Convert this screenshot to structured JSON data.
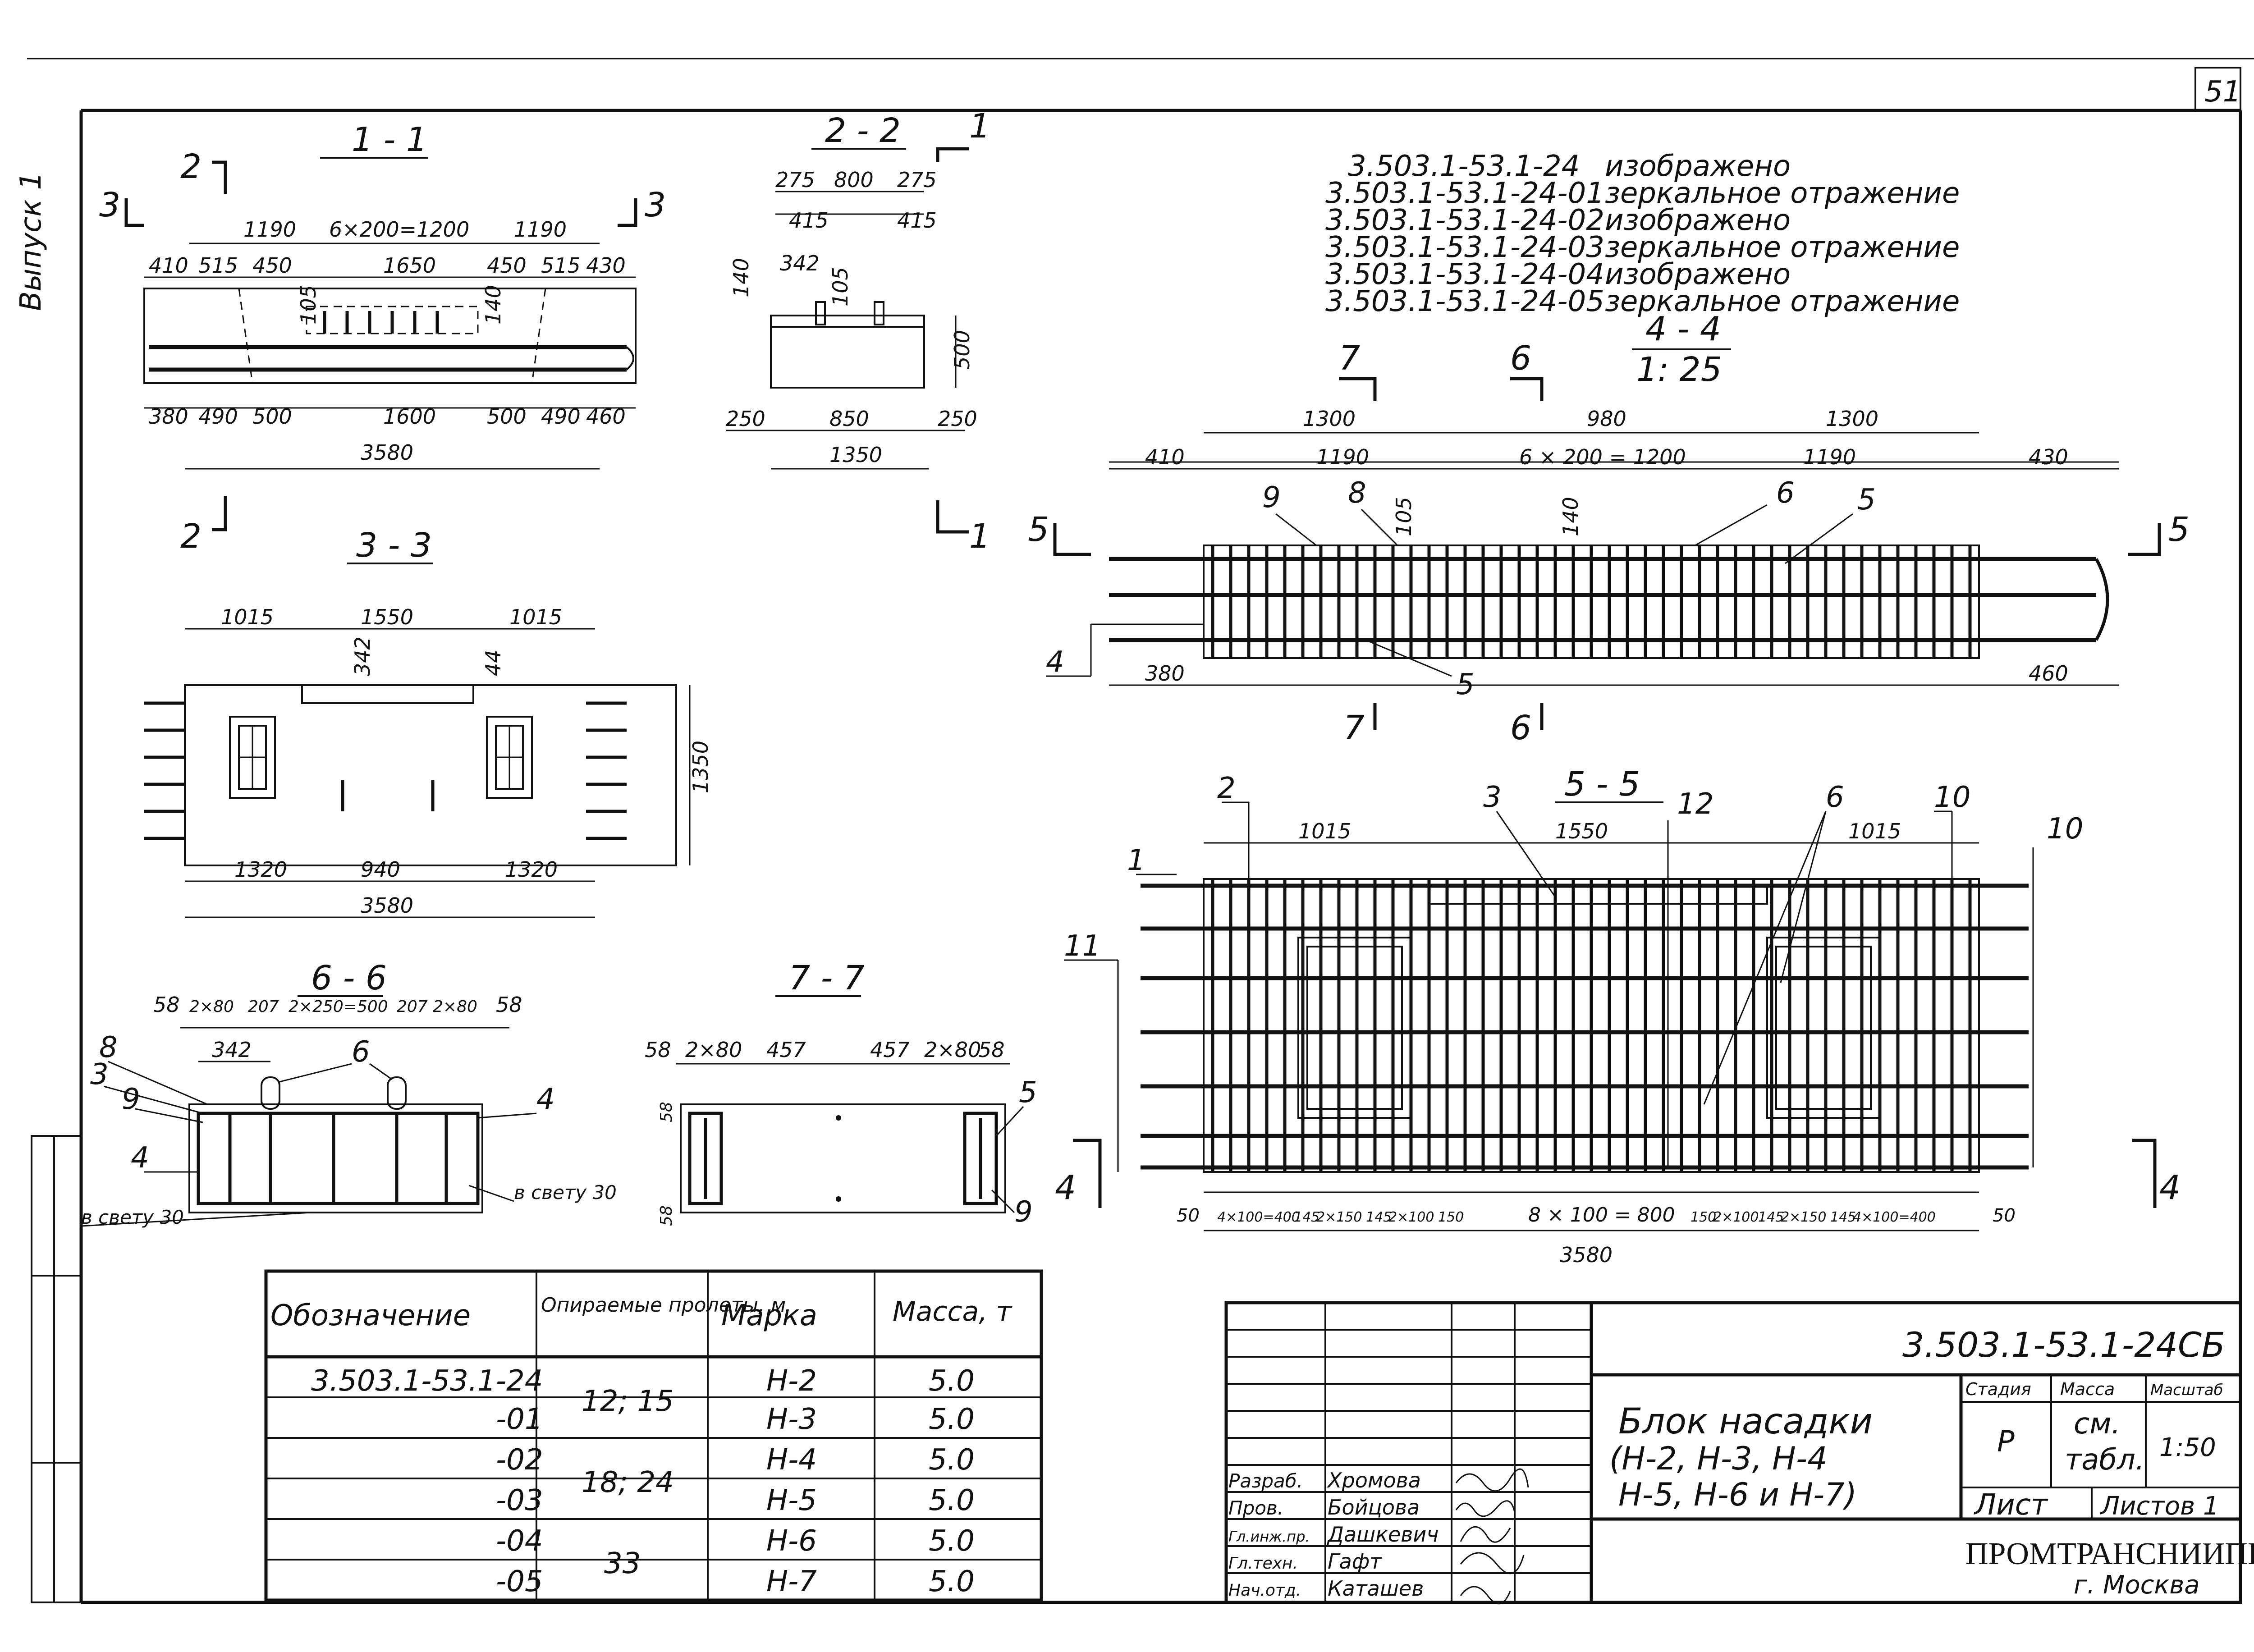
{
  "sheet": {
    "page_number": "51",
    "side_label": "Выпуск 1",
    "organization": "ПРОМТРАНСНИИПРОЕКТ",
    "city": "г. Москва",
    "drawing_code": "3.503.1-53.1-24СБ",
    "title_line1": "Блок насадки",
    "title_line2": "(Н-2, Н-3, Н-4",
    "title_line3": "Н-5, Н-6 и Н-7)",
    "stage_header": "Стадия",
    "mass_header": "Масса",
    "scale_header": "Масштаб",
    "stage": "Р",
    "mass": "см.",
    "mass2": "табл.",
    "scale": "1:50",
    "sheet_label": "Лист",
    "sheets_label": "Листов 1"
  },
  "signatures": [
    {
      "role": "Разраб.",
      "name": "Хромова"
    },
    {
      "role": "Пров.",
      "name": "Бойцова"
    },
    {
      "role": "Гл.инж.пр.",
      "name": "Дашкевич"
    },
    {
      "role": "Гл.техн.",
      "name": "Гафт"
    },
    {
      "role": "Нач.отд.",
      "name": "Каташев"
    }
  ],
  "variants": [
    {
      "code": "3.503.1-53.1-24",
      "note": "изображено"
    },
    {
      "code": "3.503.1-53.1-24-01",
      "note": "зеркальное отражение"
    },
    {
      "code": "3.503.1-53.1-24-02",
      "note": "изображено"
    },
    {
      "code": "3.503.1-53.1-24-03",
      "note": "зеркальное отражение"
    },
    {
      "code": "3.503.1-53.1-24-04",
      "note": "изображено"
    },
    {
      "code": "3.503.1-53.1-24-05",
      "note": "зеркальное отражение"
    }
  ],
  "table": {
    "headers": [
      "Обозначение",
      "Опираемые пролеты, м",
      "Марка",
      "Масса, т"
    ],
    "rows": [
      {
        "code": "3.503.1-53.1-24",
        "span": "12; 15",
        "mark": "Н-2",
        "mass": "5.0"
      },
      {
        "code": "-01",
        "span": "",
        "mark": "Н-3",
        "mass": "5.0"
      },
      {
        "code": "-02",
        "span": "18; 24",
        "mark": "Н-4",
        "mass": "5.0"
      },
      {
        "code": "-03",
        "span": "",
        "mark": "Н-5",
        "mass": "5.0"
      },
      {
        "code": "-04",
        "span": "33",
        "mark": "Н-6",
        "mass": "5.0"
      },
      {
        "code": "-05",
        "span": "",
        "mark": "Н-7",
        "mass": "5.0"
      }
    ]
  },
  "sections": {
    "s11": "1 - 1",
    "s22": "2 - 2",
    "s33": "3 - 3",
    "s44": "4 - 4",
    "s44_scale": "1: 25",
    "s55": "5 - 5",
    "s66": "6 - 6",
    "s77": "7 - 7"
  },
  "dims_11": {
    "top": [
      "1190",
      "6×200=1200",
      "1190"
    ],
    "mid": [
      "410",
      "515",
      "450",
      "1650",
      "450",
      "515",
      "430"
    ],
    "bot": [
      "380",
      "490",
      "500",
      "1600",
      "500",
      "490",
      "460"
    ],
    "total": "3580",
    "small": [
      "105",
      "140"
    ]
  },
  "dims_22": {
    "top": [
      "275",
      "800",
      "275"
    ],
    "mid": [
      "415",
      "415"
    ],
    "small": [
      "140",
      "342",
      "105"
    ],
    "height": "500",
    "bot": [
      "250",
      "850",
      "250"
    ],
    "total": "1350"
  },
  "dims_33": {
    "top": [
      "1015",
      "1550",
      "1015"
    ],
    "small": [
      "342",
      "44"
    ],
    "height": "1350",
    "bot": [
      "1320",
      "940",
      "1320"
    ],
    "total": "3580"
  },
  "dims_44": {
    "top": [
      "1300",
      "980",
      "1300"
    ],
    "mid": [
      "410",
      "1190",
      "6 × 200 = 1200",
      "1190",
      "430"
    ],
    "small": [
      "105",
      "140"
    ],
    "bot_left": "380",
    "bot_right": "460"
  },
  "dims_55": {
    "top": [
      "1015",
      "1550",
      "1015"
    ],
    "bot": [
      "50",
      "4×100=400",
      "145",
      "2×150",
      "145",
      "2×100",
      "150",
      "8 × 100 = 800",
      "150",
      "2×100",
      "145",
      "2×150",
      "145",
      "4×100=400",
      "50"
    ],
    "total": "3580"
  },
  "dims_66": {
    "top": [
      "58",
      "2×80",
      "207",
      "2×250=500",
      "207",
      "2×80",
      "58"
    ],
    "inner": "342",
    "clear_left": "в свету 30",
    "clear_right": "в свету 30"
  },
  "dims_77": {
    "top": [
      "58",
      "2×80",
      "457",
      "457",
      "2×80",
      "58"
    ],
    "side": [
      "58",
      "58"
    ]
  },
  "markers": {
    "n1": "1",
    "n2": "2",
    "n3": "3",
    "n4": "4",
    "n5": "5",
    "n6": "6",
    "n7": "7",
    "n8": "8",
    "n9": "9",
    "n10": "10",
    "n11": "11",
    "n12": "12"
  }
}
